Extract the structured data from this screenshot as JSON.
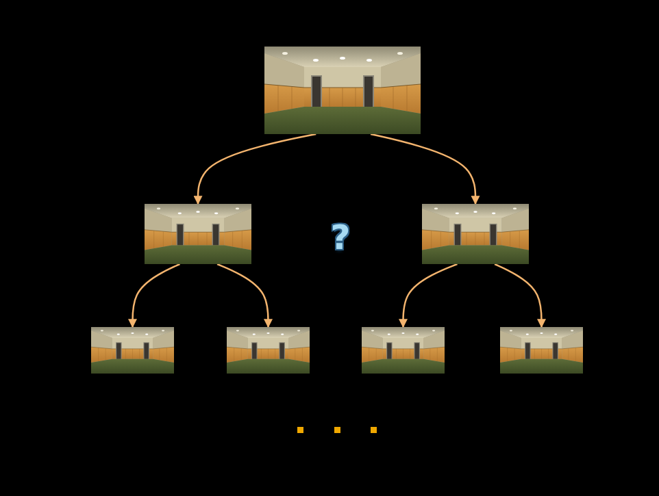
{
  "diagram": {
    "nodes": [
      {
        "text": []
      },
      {
        "text": []
      },
      {
        "text": []
      },
      {
        "text": []
      },
      {
        "text": []
      },
      {
        "text": []
      },
      {
        "text": []
      }
    ],
    "edges": [
      {
        "from": 0,
        "to": 1,
        "arrow": "to"
      },
      {
        "from": 0,
        "to": 2,
        "arrow": "to"
      },
      {
        "from": 1,
        "to": 3,
        "arrow": "to"
      },
      {
        "from": 1,
        "to": 4,
        "arrow": "to"
      },
      {
        "from": 2,
        "to": 5,
        "arrow": "to"
      },
      {
        "from": 2,
        "to": 6,
        "arrow": "to"
      }
    ],
    "labels": [
      "?"
    ]
  }
}
